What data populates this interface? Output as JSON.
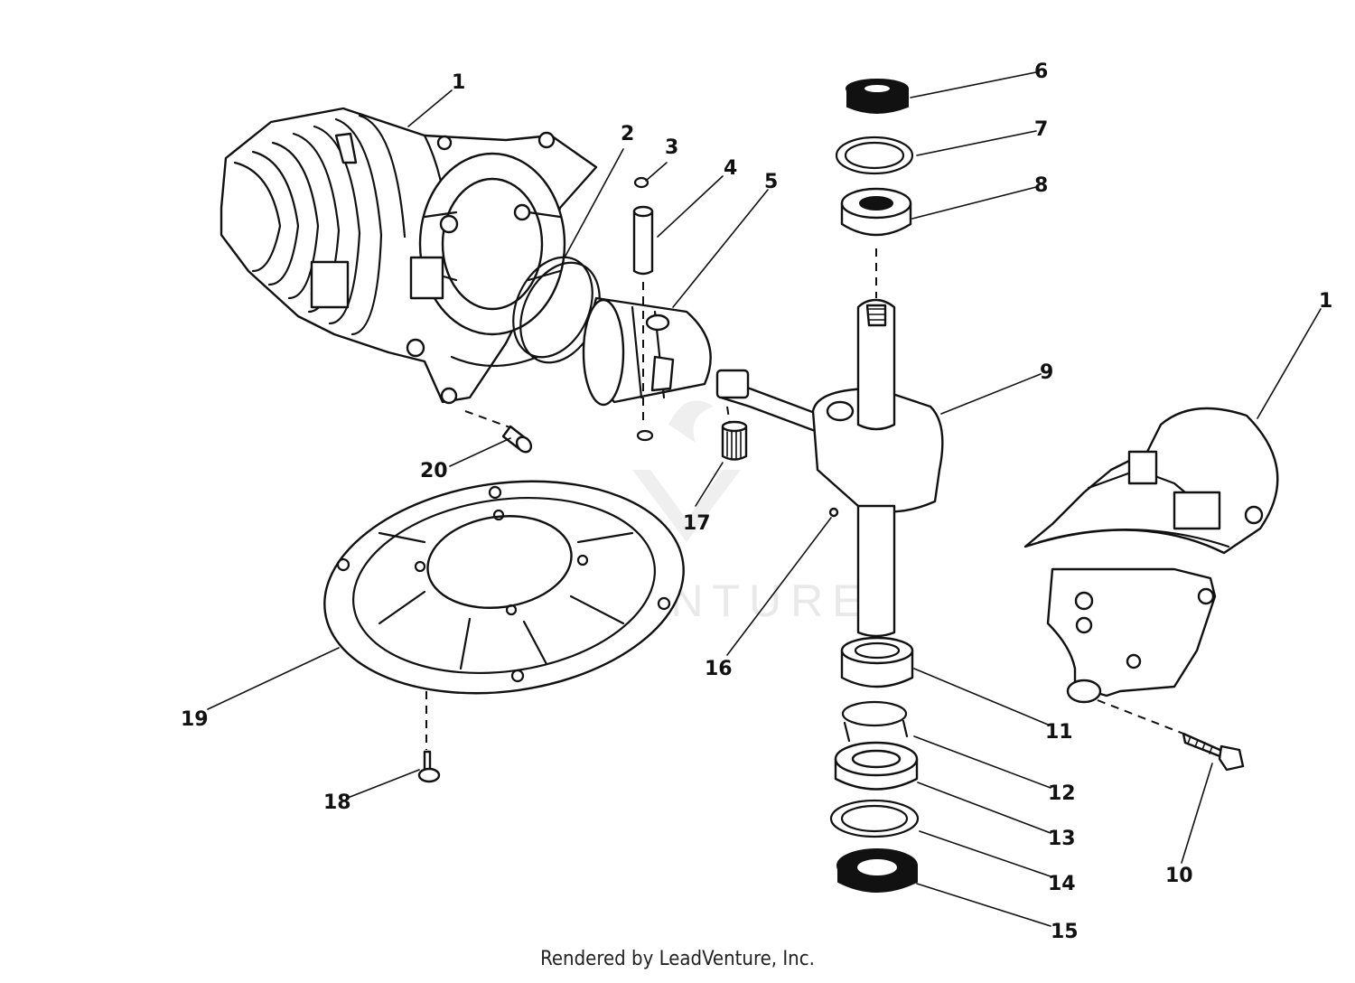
{
  "diagram": {
    "credit": "Rendered by LeadVenture, Inc.",
    "watermark": "LEADVENTURE",
    "callouts": [
      "1",
      "2",
      "3",
      "4",
      "5",
      "6",
      "7",
      "8",
      "9",
      "1",
      "10",
      "11",
      "12",
      "13",
      "14",
      "15",
      "16",
      "17",
      "18",
      "19",
      "20"
    ]
  }
}
